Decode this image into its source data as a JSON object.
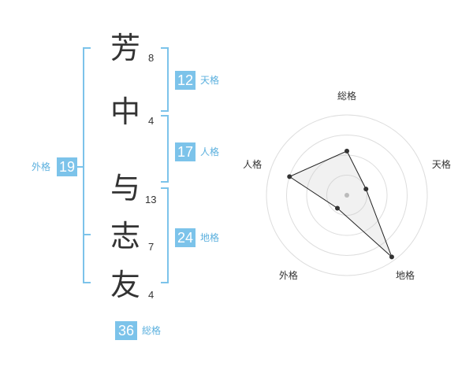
{
  "name_chars": [
    {
      "char": "芳",
      "strokes": "8"
    },
    {
      "char": "中",
      "strokes": "4"
    },
    {
      "char": "与",
      "strokes": "13"
    },
    {
      "char": "志",
      "strokes": "7"
    },
    {
      "char": "友",
      "strokes": "4"
    }
  ],
  "scores": {
    "tenkaku": {
      "value": "12",
      "label": "天格"
    },
    "jinkaku": {
      "value": "17",
      "label": "人格"
    },
    "chikaku": {
      "value": "24",
      "label": "地格"
    },
    "gaikaku": {
      "value": "19",
      "label": "外格"
    },
    "soukaku": {
      "value": "36",
      "label": "総格"
    }
  },
  "colors": {
    "accent": "#7cc3ea",
    "label_text": "#5bb0de",
    "char_text": "#333333"
  },
  "chart_data": {
    "type": "radar",
    "axes": [
      "総格",
      "天格",
      "地格",
      "外格",
      "人格"
    ],
    "values": [
      0.55,
      0.25,
      0.95,
      0.2,
      0.75
    ],
    "range": [
      0,
      1
    ],
    "rings": 4
  }
}
